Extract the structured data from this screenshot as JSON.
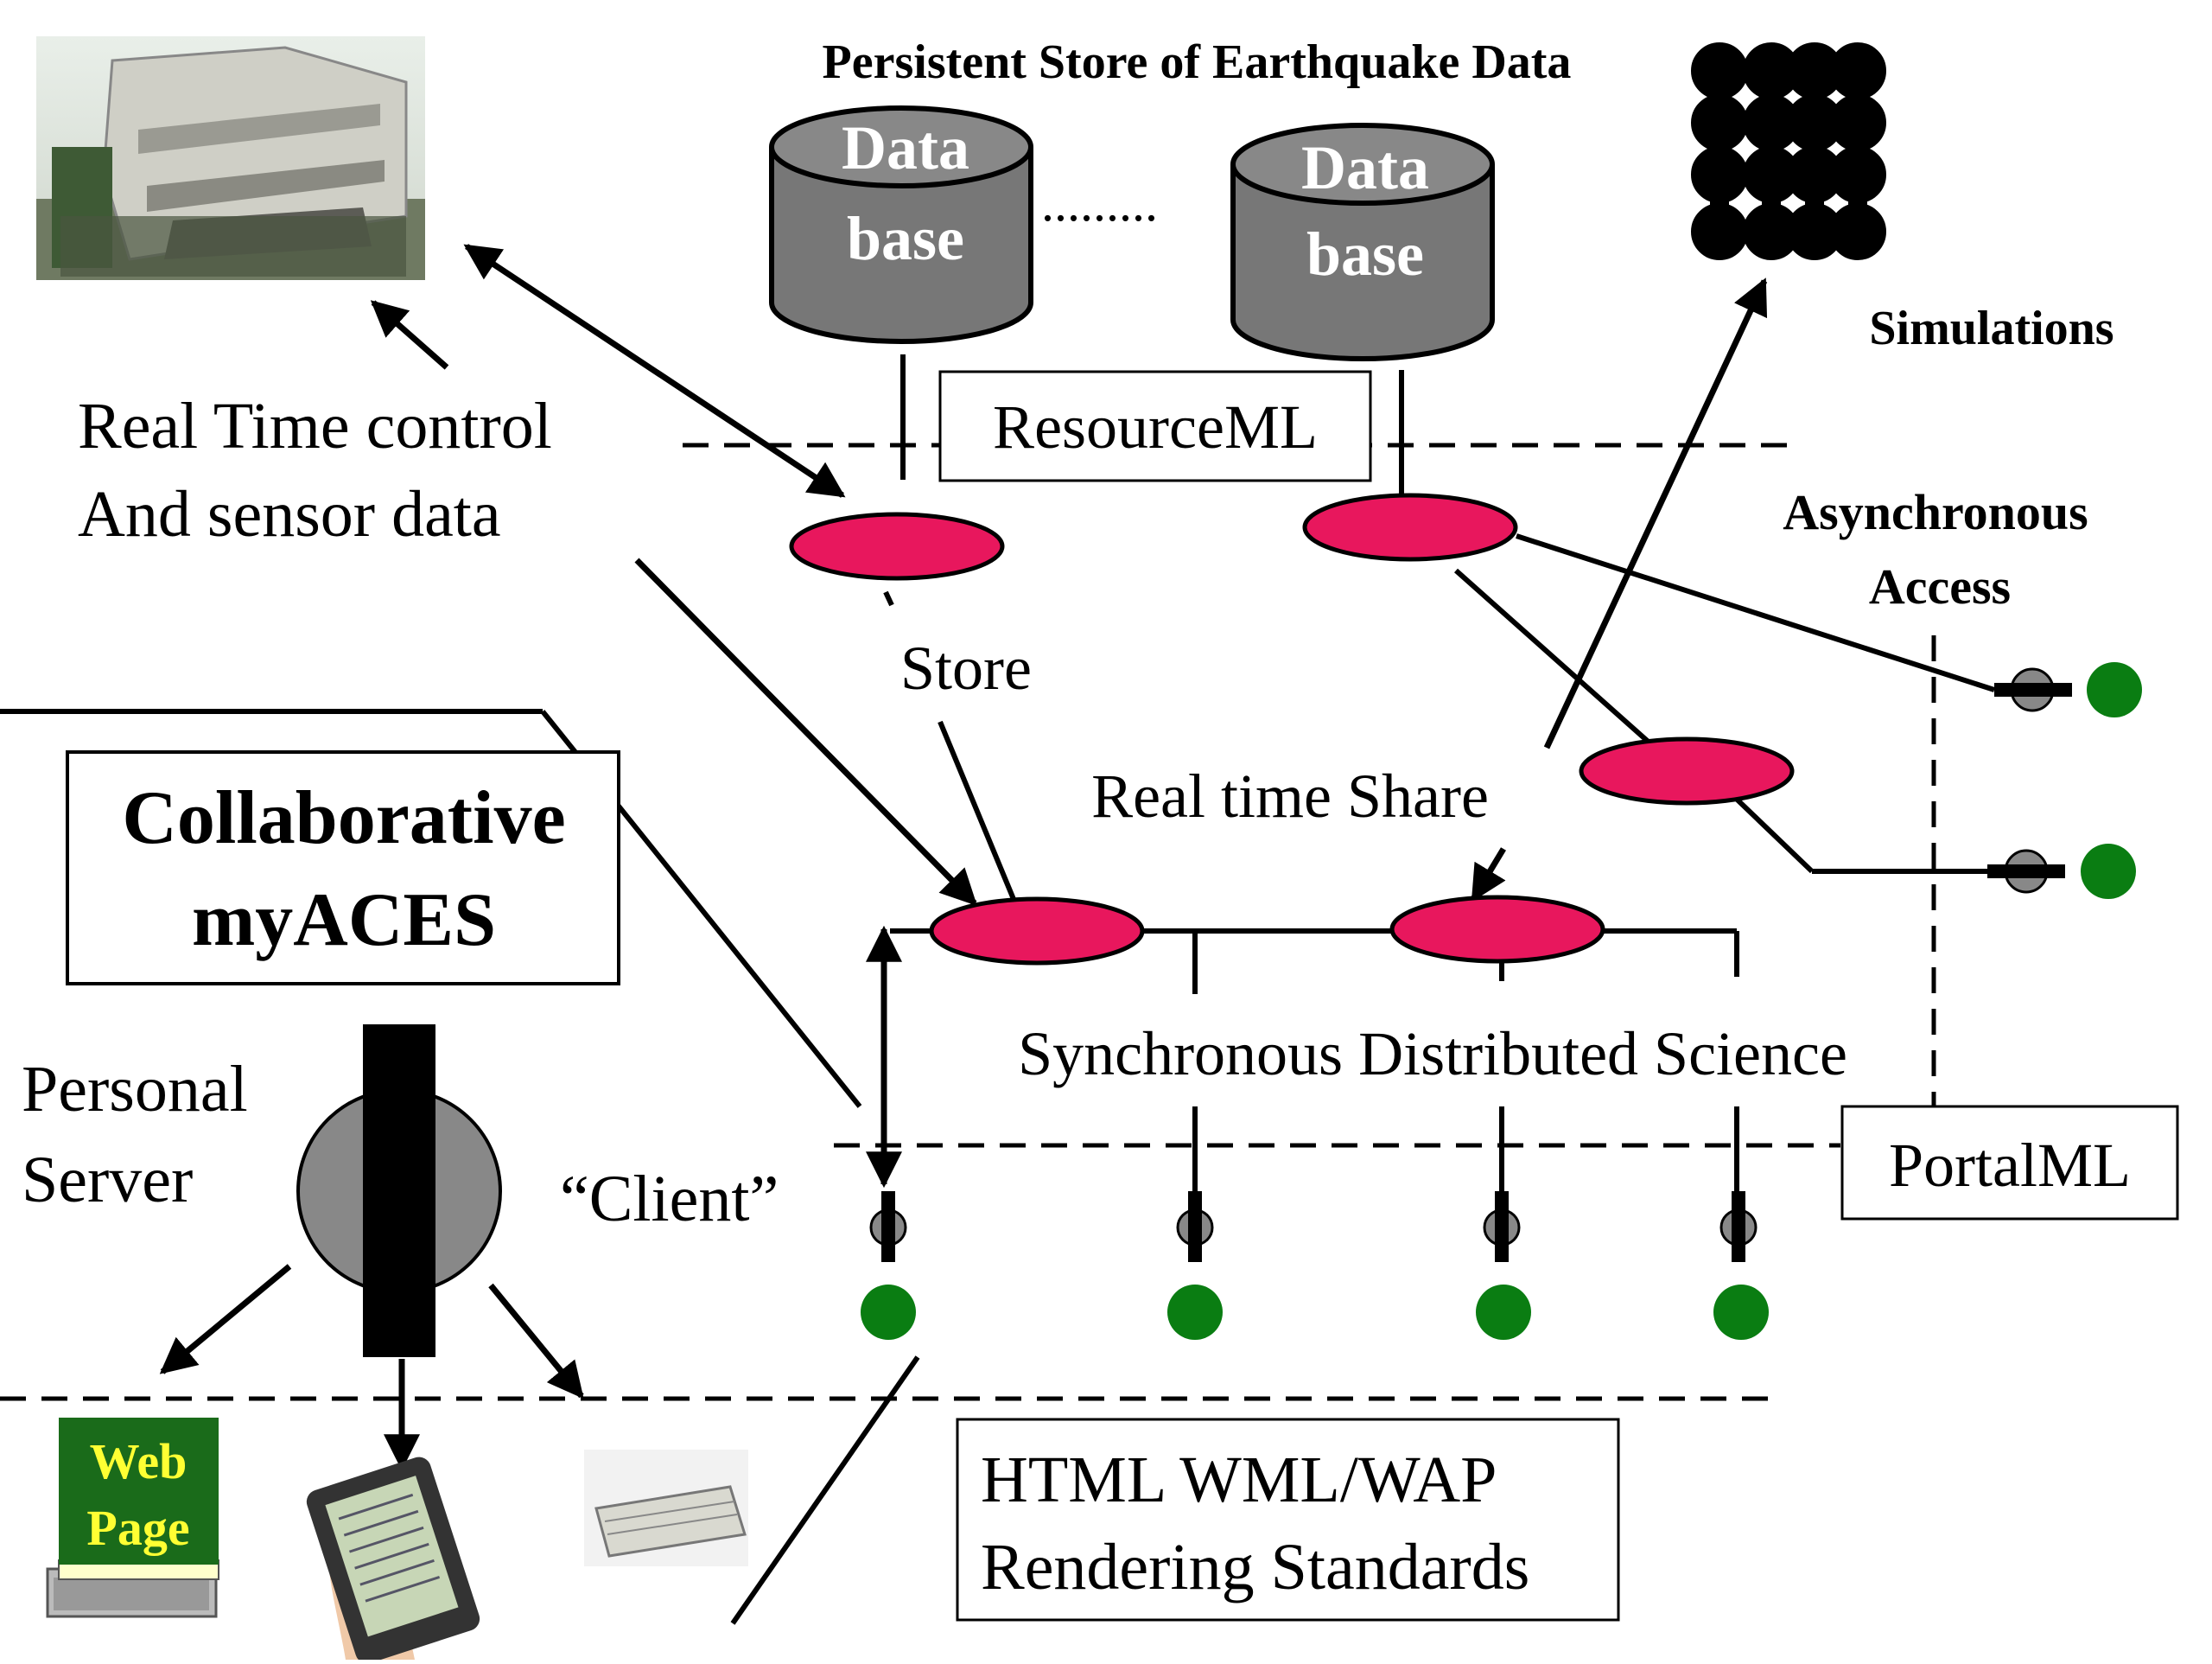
{
  "title": "Persistent Store of Earthquake Data",
  "databases": [
    {
      "line1": "Data",
      "line2": "base"
    },
    {
      "line1": "Data",
      "line2": "base"
    }
  ],
  "labels": {
    "simulations": "Simulations",
    "resource_ml": "ResourceML",
    "real_time_line1": "Real Time control",
    "real_time_line2": "And sensor data",
    "async_line1": "Asynchronous",
    "async_line2": "Access",
    "store": "Store",
    "real_time_share": "Real time Share",
    "collab_line1": "Collaborative",
    "collab_line2": "myACES",
    "personal_line1": "Personal",
    "personal_line2": "Server",
    "client": "“Client”",
    "sync_science": "Synchronous Distributed Science",
    "portal_ml": "PortalML",
    "web_line1": "Web",
    "web_line2": "Page",
    "rendering_line1": "HTML WML/WAP",
    "rendering_line2": "Rendering Standards"
  },
  "icons": {
    "earthquake_photo": "collapsed-building-photo-icon",
    "simulation_grid": "simulation-grid-icon",
    "pda": "handheld-pda-icon",
    "keyboard": "keyboard-icon",
    "web_page": "web-page-icon"
  },
  "colors": {
    "node": "#e8175d",
    "client_green": "#0a7d12",
    "database_gray": "#777777",
    "web_green": "#1a6b1a",
    "web_text": "#ffff33"
  }
}
